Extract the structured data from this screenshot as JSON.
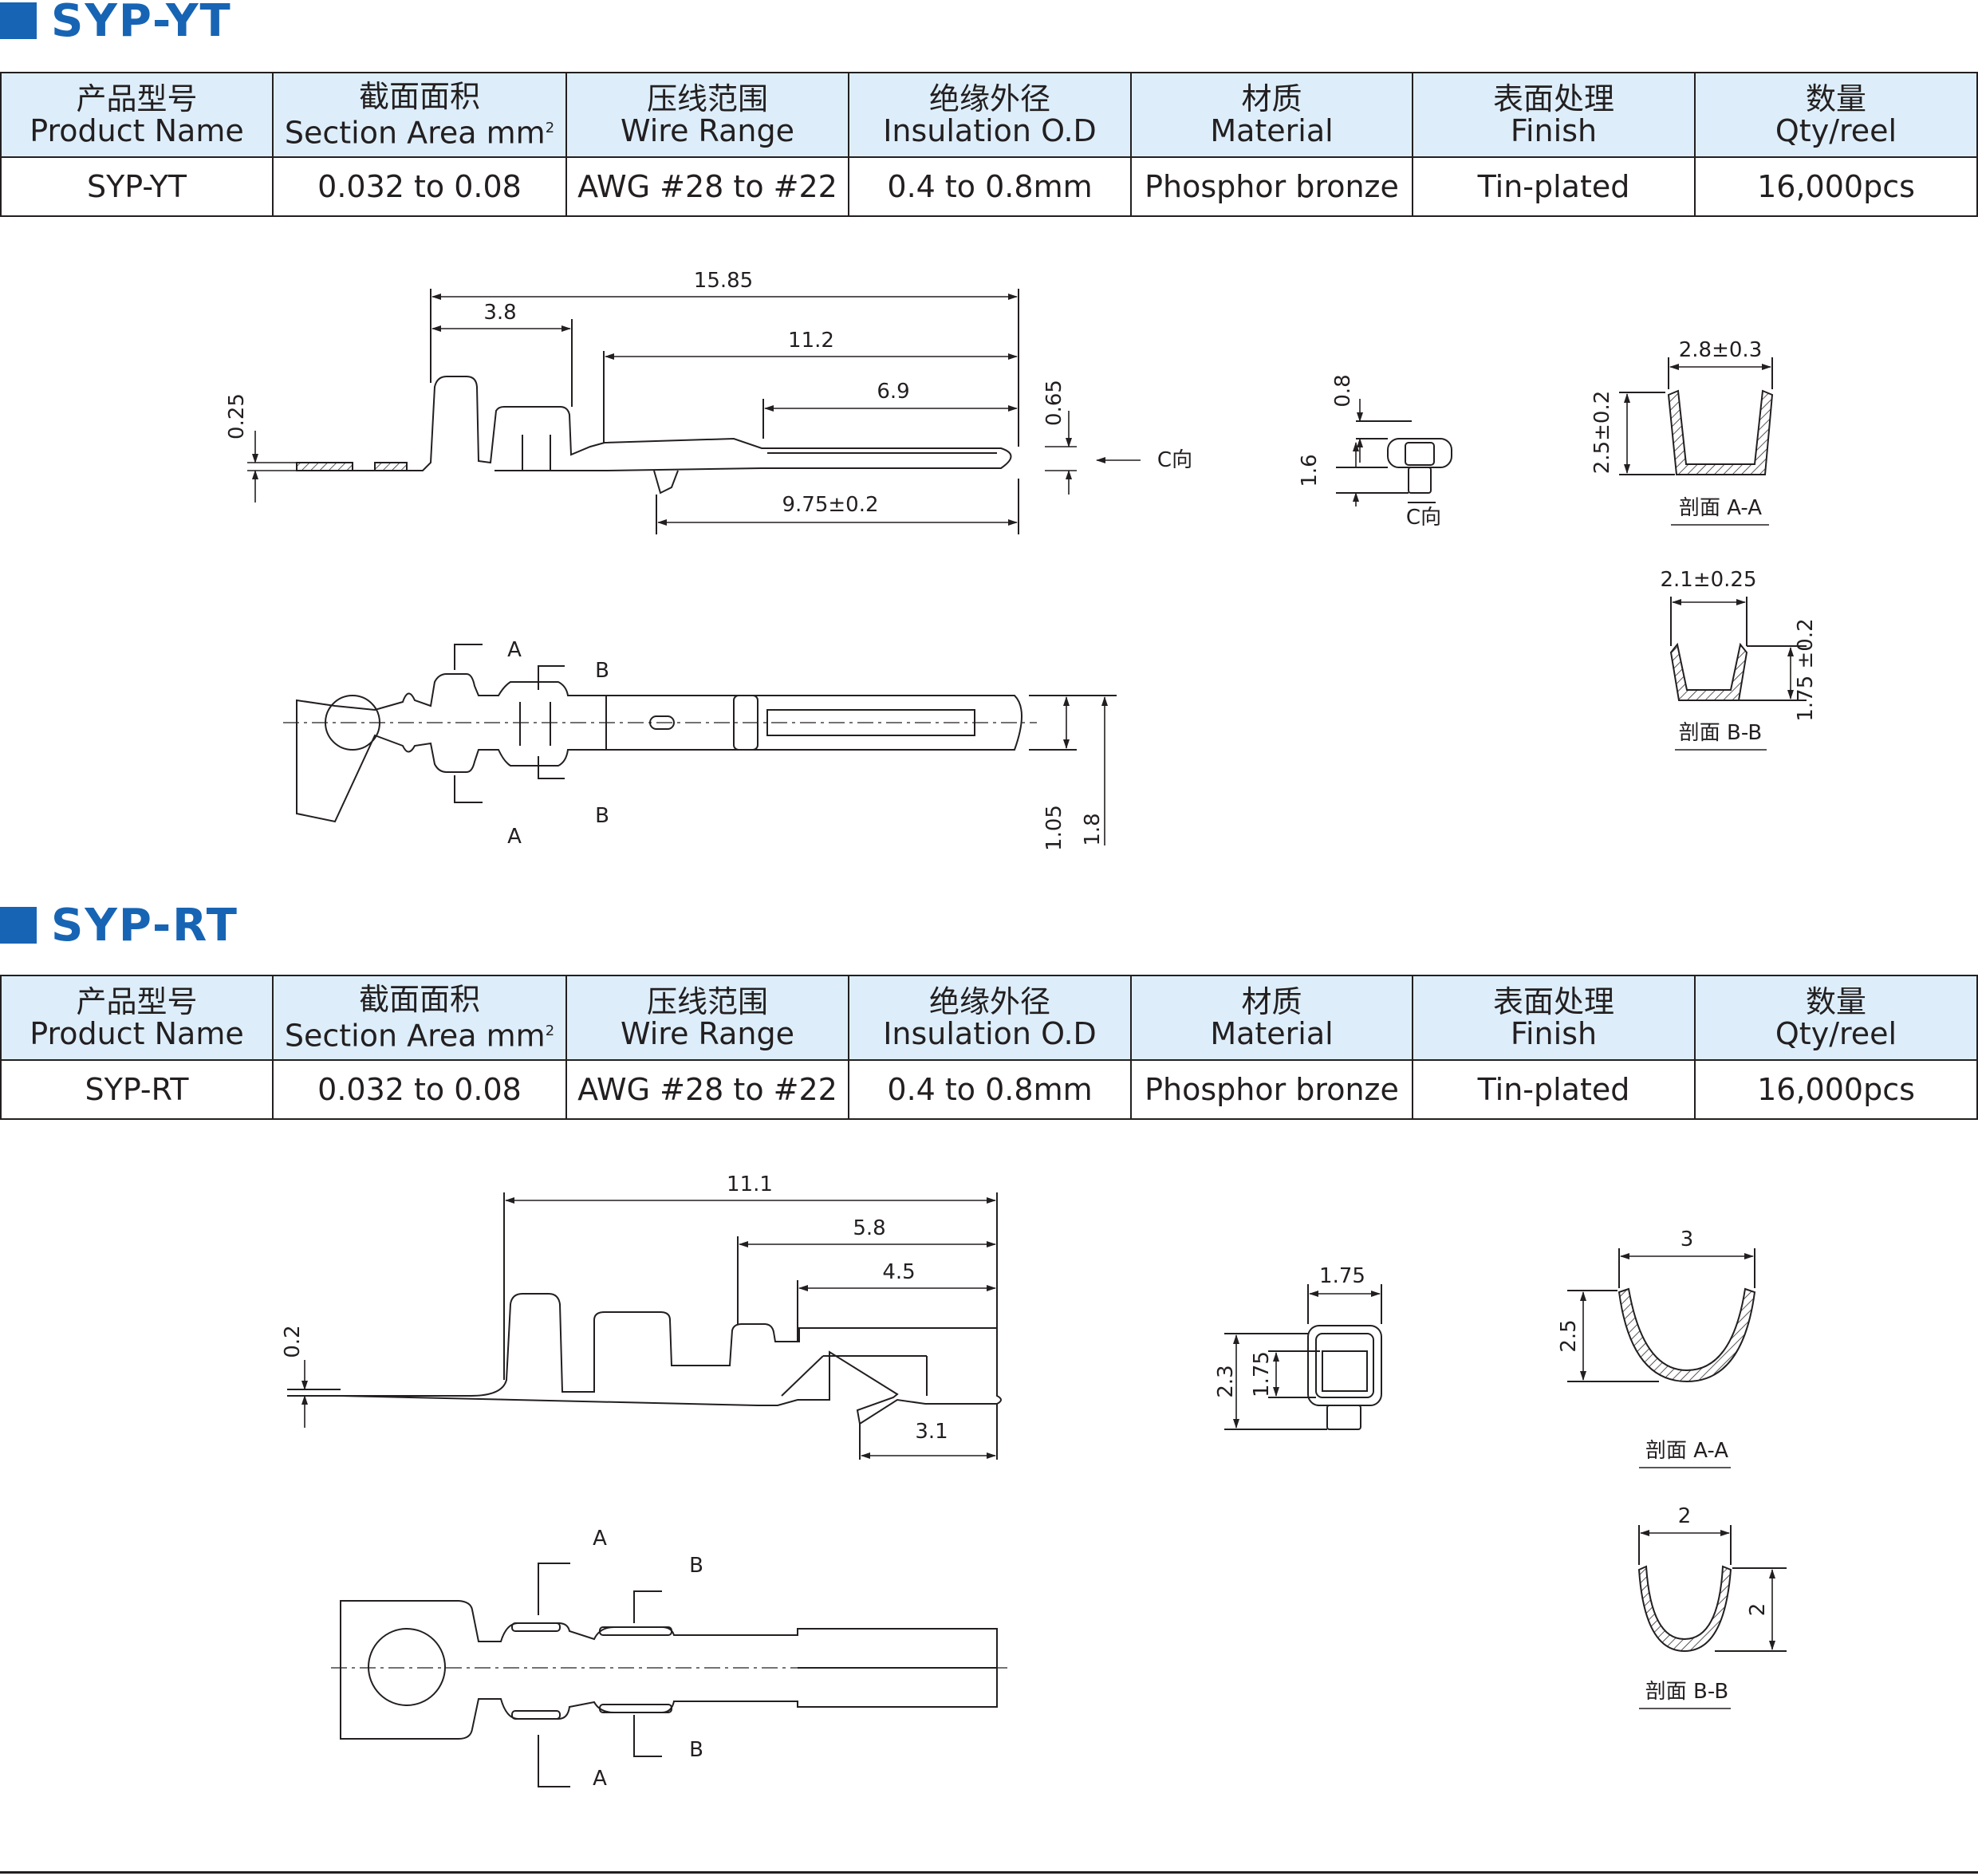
{
  "sections": [
    {
      "title": "SYP-YT",
      "headers": [
        {
          "zh": "产品型号",
          "en": "Product Name"
        },
        {
          "zh": "截面面积",
          "en": "Section Area mm",
          "sup": "2"
        },
        {
          "zh": "压线范围",
          "en": "Wire Range"
        },
        {
          "zh": "绝缘外径",
          "en": "Insulation O.D"
        },
        {
          "zh": "材质",
          "en": "Material"
        },
        {
          "zh": "表面处理",
          "en": "Finish"
        },
        {
          "zh": "数量",
          "en": "Qty/reel"
        }
      ],
      "row": [
        "SYP-YT",
        "0.032 to 0.08",
        "AWG #28 to #22",
        "0.4 to 0.8mm",
        "Phosphor bronze",
        "Tin-plated",
        "16,000pcs"
      ],
      "dims": {
        "d1": "15.85",
        "d2": "3.8",
        "d3": "11.2",
        "d4": "6.9",
        "d5": "0.65",
        "d6": "0.25",
        "d7": "9.75±0.2",
        "d8": "C向",
        "d9": "0.8",
        "d10": "1.6",
        "d11": "C向",
        "d12": "2.8±0.3",
        "d13": "2.5±0.2",
        "d14": "剖面 A-A",
        "d15": "2.1±0.25",
        "d16": "1.75 ±0.2",
        "d17": "剖面 B-B",
        "d18": "1.05",
        "d19": "1.8",
        "secA": "A",
        "secB": "B"
      }
    },
    {
      "title": "SYP-RT",
      "headers": [
        {
          "zh": "产品型号",
          "en": "Product Name"
        },
        {
          "zh": "截面面积",
          "en": "Section Area mm",
          "sup": "2"
        },
        {
          "zh": "压线范围",
          "en": "Wire Range"
        },
        {
          "zh": "绝缘外径",
          "en": "Insulation O.D"
        },
        {
          "zh": "材质",
          "en": "Material"
        },
        {
          "zh": "表面处理",
          "en": "Finish"
        },
        {
          "zh": "数量",
          "en": "Qty/reel"
        }
      ],
      "row": [
        "SYP-RT",
        "0.032 to 0.08",
        "AWG #28 to #22",
        "0.4 to 0.8mm",
        "Phosphor bronze",
        "Tin-plated",
        "16,000pcs"
      ],
      "dims": {
        "d1": "11.1",
        "d2": "5.8",
        "d3": "4.5",
        "d4": "0.2",
        "d5": "3.1",
        "d6": "1.75",
        "d7": "2.3",
        "d8": "1.75",
        "d9": "3",
        "d10": "2.5",
        "d11": "剖面 A-A",
        "d12": "2",
        "d13": "2",
        "d14": "剖面 B-B",
        "secA": "A",
        "secB": "B"
      }
    }
  ],
  "colors": {
    "accent": "#1764b4",
    "header_bg": "#ddeefa",
    "line": "#231f20"
  }
}
